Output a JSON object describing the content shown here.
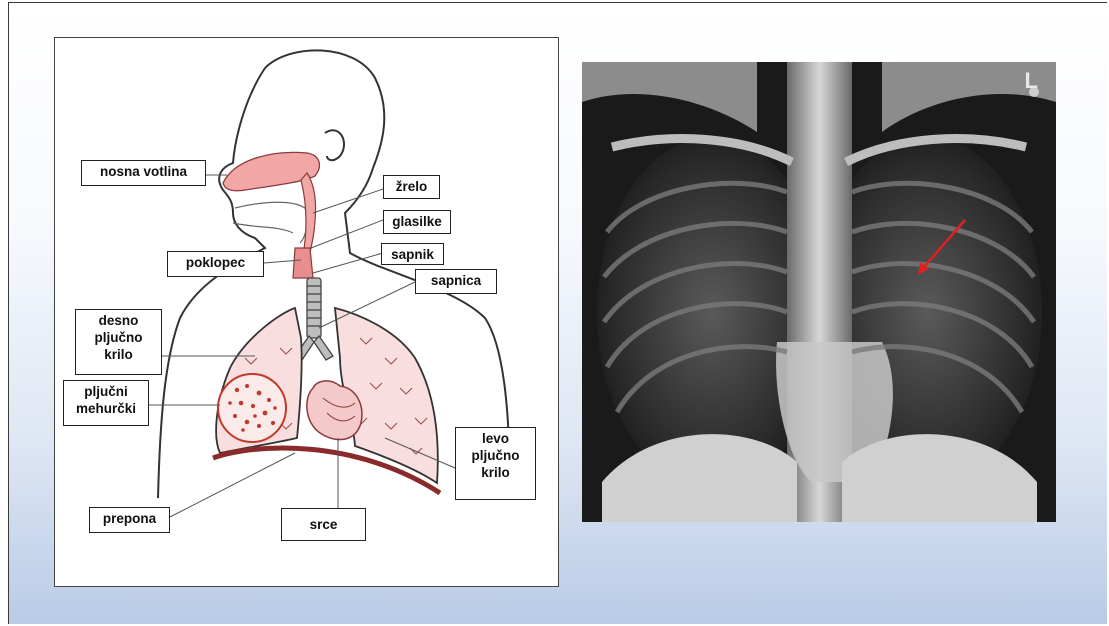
{
  "diagram": {
    "labels": {
      "nasal_cavity": "nosna votlina",
      "pharynx": "žrelo",
      "vocal_cords": "glasilke",
      "epiglottis": "poklopec",
      "larynx": "sapnik",
      "trachea": "sapnica",
      "right_lung": "desno\npljučno\nkrilo",
      "alveoli": "pljučni\nmehurčki",
      "left_lung": "levo\npljučno\nkrilo",
      "diaphragm": "prepona",
      "heart": "srce"
    }
  },
  "xray": {
    "side_marker": "L"
  },
  "colors": {
    "tissue_pink": "#f2a7a7",
    "lung_pink": "#f8dede",
    "alveoli_red": "#c0392b",
    "arrow_red": "#e02020"
  }
}
